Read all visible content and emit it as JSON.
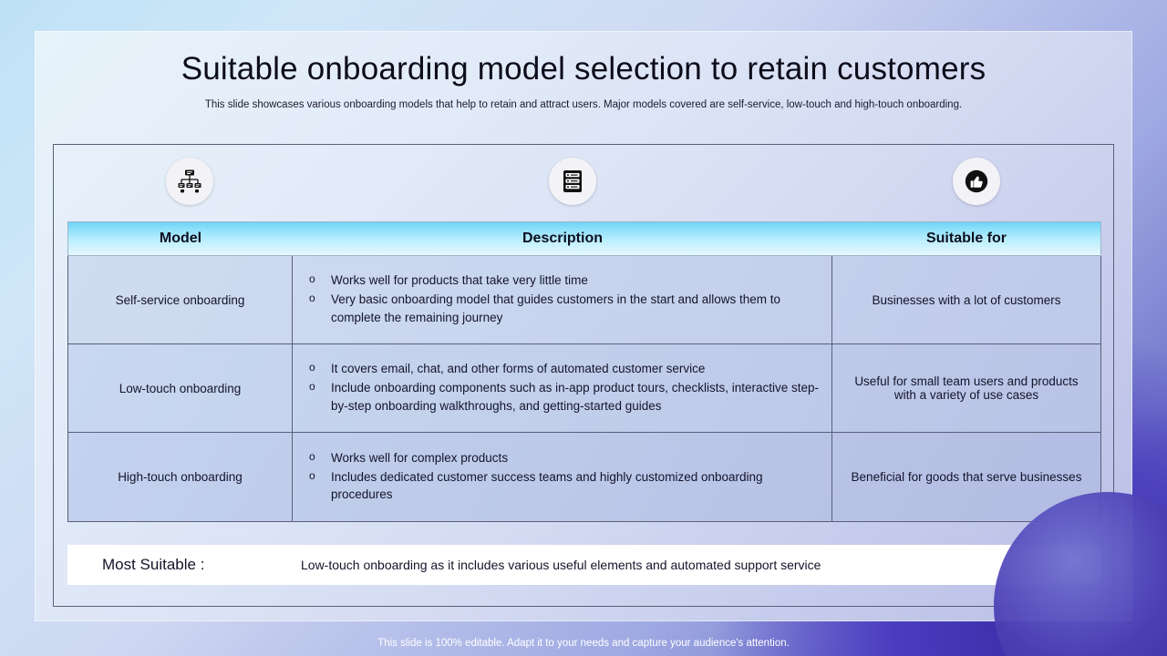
{
  "slide": {
    "title": "Suitable onboarding model selection to retain customers",
    "subtitle": "This slide showcases various onboarding models that help to retain and attract users. Major models covered are self-service, low-touch and high-touch onboarding.",
    "bottom_note": "This slide is 100% editable. Adapt it to your needs and capture your audience's attention."
  },
  "icons": [
    {
      "name": "network-diagram-icon"
    },
    {
      "name": "server-rack-icon"
    },
    {
      "name": "thumbs-up-icon"
    }
  ],
  "table": {
    "headers": [
      "Model",
      "Description",
      "Suitable for"
    ],
    "rows": [
      {
        "model": "Self-service onboarding",
        "description": [
          "Works well for products that take very little time",
          "Very basic onboarding model that guides customers in the start and allows them to complete the remaining journey"
        ],
        "suitable_for": "Businesses with a lot of customers"
      },
      {
        "model": "Low-touch onboarding",
        "description": [
          "It covers email, chat, and other forms of automated customer service",
          "Include onboarding components such as in-app product tours, checklists, interactive step-by-step onboarding walkthroughs, and getting-started guides"
        ],
        "suitable_for": "Useful for small team users and products with a variety of use cases"
      },
      {
        "model": "High-touch onboarding",
        "description": [
          "Works well for complex products",
          "Includes dedicated customer success teams and highly customized onboarding procedures"
        ],
        "suitable_for": "Beneficial for goods that serve businesses"
      }
    ]
  },
  "most_suitable": {
    "label": "Most Suitable :",
    "text": "Low-touch onboarding as it includes various useful elements and automated support service"
  }
}
